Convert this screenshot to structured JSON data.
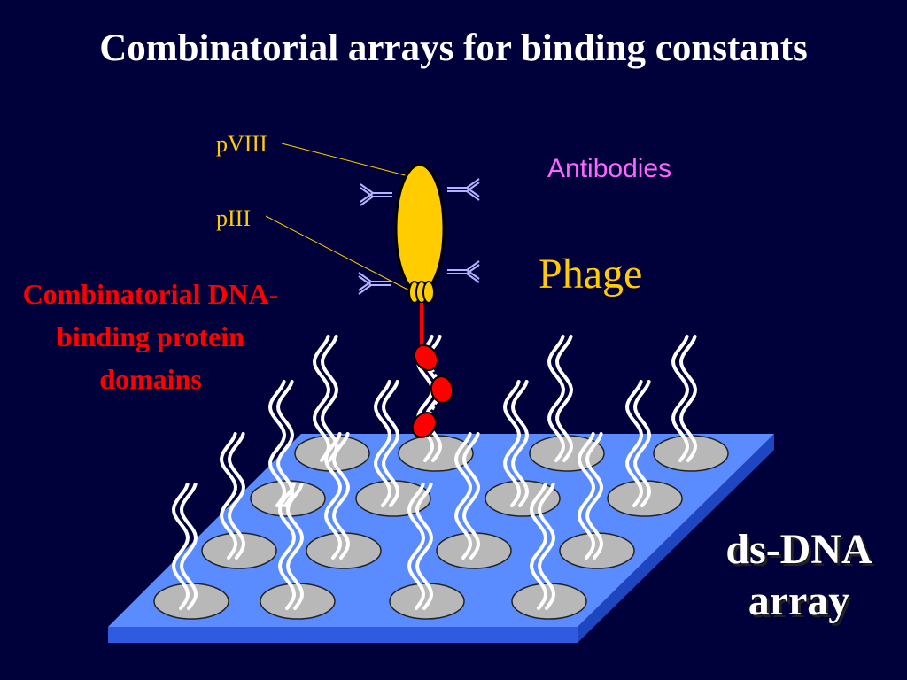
{
  "slide": {
    "title": "Combinatorial arrays for binding constants",
    "labels": {
      "pviii": "pVIII",
      "piii": "pIII",
      "antibodies": "Antibodies",
      "phage": "Phage",
      "domains": "Combinatorial DNA-binding protein domains",
      "array": "ds-DNA array"
    }
  },
  "colors": {
    "background": "#00003a",
    "title": "#ffffff",
    "phage": "#ffcc00",
    "antibody": "#b3b3ff",
    "domain": "#ff0000",
    "plate_top": "#5b8cff",
    "plate_side": "#2f5be0",
    "spot": "#b8b8b8",
    "dna": "#ffffff"
  },
  "icons": {
    "antibody": "y-shape-antibody-icon",
    "dna": "double-helix-icon"
  }
}
